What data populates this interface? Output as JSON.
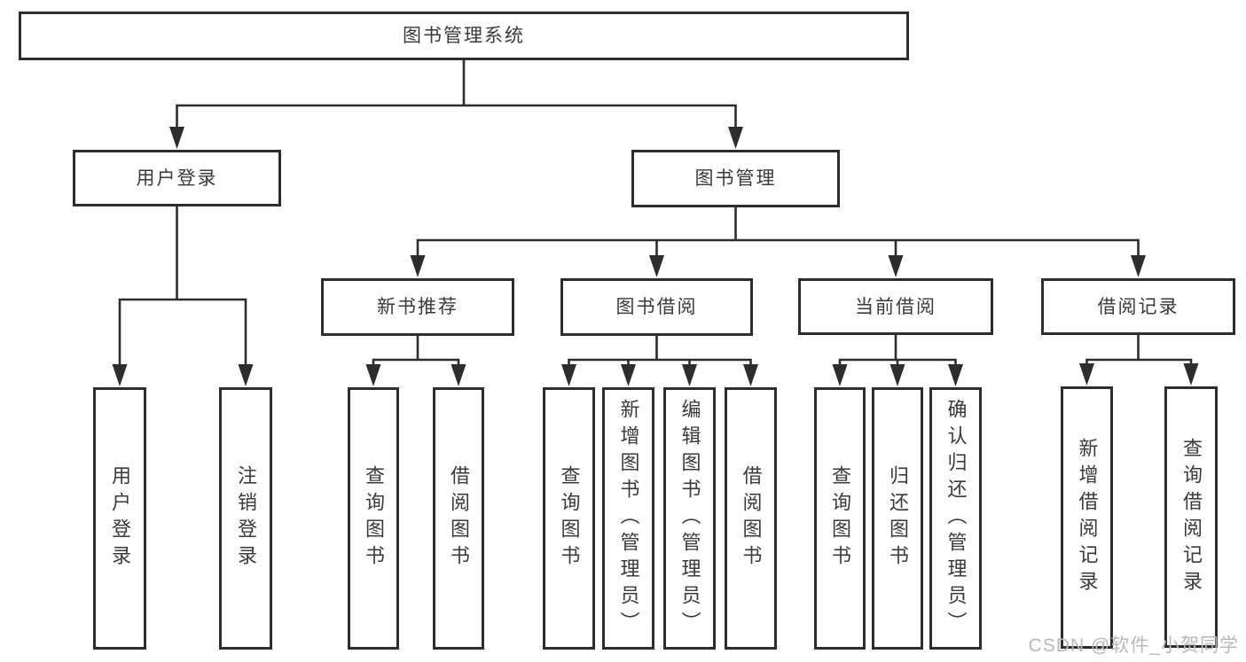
{
  "diagram_title": "图书管理系统",
  "watermark": "CSDN @软件_小贺同学",
  "colors": {
    "line": "#2d2d2d",
    "text": "#3a3a3a",
    "background": "#ffffff",
    "watermark": "#b9b9b9"
  },
  "nodes": {
    "root": {
      "label": "图书管理系统",
      "children": [
        "login",
        "mgmt"
      ]
    },
    "login": {
      "label": "用户登录",
      "children": [
        "login1",
        "login2"
      ]
    },
    "mgmt": {
      "label": "图书管理",
      "children": [
        "rec",
        "borrow",
        "current",
        "records"
      ]
    },
    "rec": {
      "label": "新书推荐",
      "children": [
        "rec1",
        "rec2"
      ]
    },
    "borrow": {
      "label": "图书借阅",
      "children": [
        "borrow1",
        "borrow2",
        "borrow3",
        "borrow4"
      ]
    },
    "current": {
      "label": "当前借阅",
      "children": [
        "current1",
        "current2",
        "current3"
      ]
    },
    "records": {
      "label": "借阅记录",
      "children": [
        "records1",
        "records2"
      ]
    },
    "login1": {
      "label": "用户登录",
      "children": []
    },
    "login2": {
      "label": "注销登录",
      "children": []
    },
    "rec1": {
      "label": "查询图书",
      "children": []
    },
    "rec2": {
      "label": "借阅图书",
      "children": []
    },
    "borrow1": {
      "label": "查询图书",
      "children": []
    },
    "borrow2": {
      "label": "新增图书（管理员）",
      "children": []
    },
    "borrow3": {
      "label": "编辑图书（管理员）",
      "children": []
    },
    "borrow4": {
      "label": "借阅图书",
      "children": []
    },
    "current1": {
      "label": "查询图书",
      "children": []
    },
    "current2": {
      "label": "归还图书",
      "children": []
    },
    "current3": {
      "label": "确认归还（管理员）",
      "children": []
    },
    "records1": {
      "label": "新增借阅记录",
      "children": []
    },
    "records2": {
      "label": "查询借阅记录",
      "children": []
    }
  }
}
